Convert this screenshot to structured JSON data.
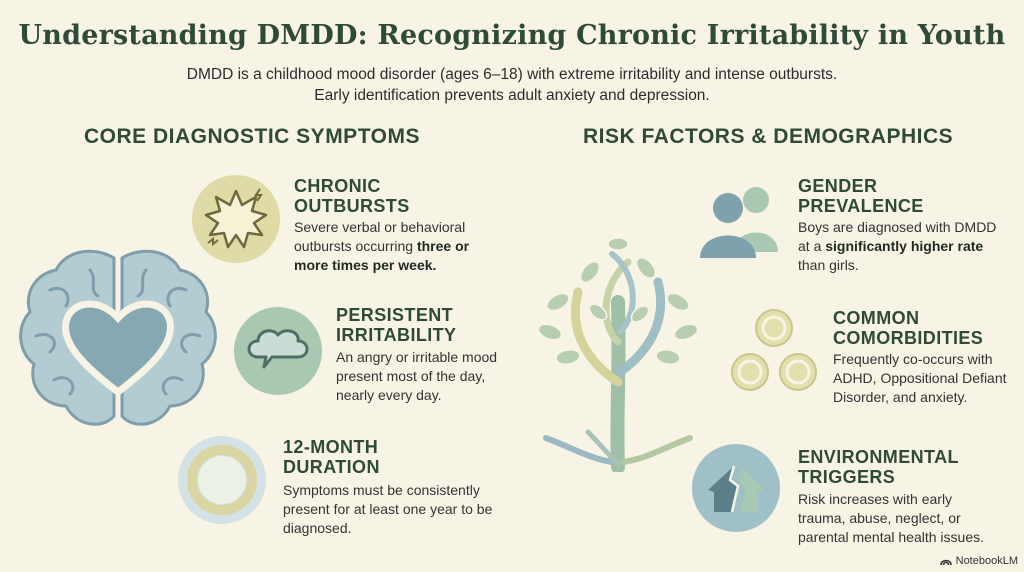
{
  "header": {
    "title": "Understanding DMDD: Recognizing Chronic Irritability in Youth",
    "subtitle_line1": "DMDD is a childhood mood disorder (ages 6–18) with extreme irritability and intense outbursts.",
    "subtitle_line2": "Early identification prevents adult anxiety and depression."
  },
  "left_section": {
    "heading": "CORE DIAGNOSTIC SYMPTOMS",
    "items": [
      {
        "title_line1": "CHRONIC",
        "title_line2": "OUTBURSTS",
        "desc_pre": "Severe verbal or behavioral outbursts occurring ",
        "desc_bold": "three or more times per week.",
        "icon": "explosion-icon"
      },
      {
        "title_line1": "PERSISTENT",
        "title_line2": "IRRITABILITY",
        "desc": "An angry or irritable mood present most of the day, nearly every day.",
        "icon": "thought-cloud-icon"
      },
      {
        "title_line1": "12-MONTH",
        "title_line2": "DURATION",
        "desc": "Symptoms must be consistently present for at least one year to be diagnosed.",
        "icon": "ring-icon"
      }
    ]
  },
  "right_section": {
    "heading": "RISK FACTORS & DEMOGRAPHICS",
    "items": [
      {
        "title_line1": "GENDER",
        "title_line2": "PREVALENCE",
        "desc_pre": "Boys are diagnosed with DMDD at a ",
        "desc_bold": "significantly higher rate",
        "desc_post": " than girls.",
        "icon": "people-icon"
      },
      {
        "title_line1": "COMMON",
        "title_line2": "COMORBIDITIES",
        "desc": "Frequently co-occurs with ADHD, Oppositional Defiant Disorder, and anxiety.",
        "icon": "linked-circles-icon"
      },
      {
        "title_line1": "ENVIRONMENTAL",
        "title_line2": "TRIGGERS",
        "desc": "Risk increases with early trauma, abuse, neglect, or parental mental health issues.",
        "icon": "broken-house-icon"
      }
    ]
  },
  "illustrations": {
    "left": "brain-heart-icon",
    "right": "tree-icon"
  },
  "footer": {
    "badge": "NotebookLM"
  },
  "colors": {
    "background": "#f7f4e6",
    "heading_green": "#2f4a38",
    "sage": "#9fbfa8",
    "blue_gray": "#8fb1bf",
    "olive": "#d8d59a"
  }
}
